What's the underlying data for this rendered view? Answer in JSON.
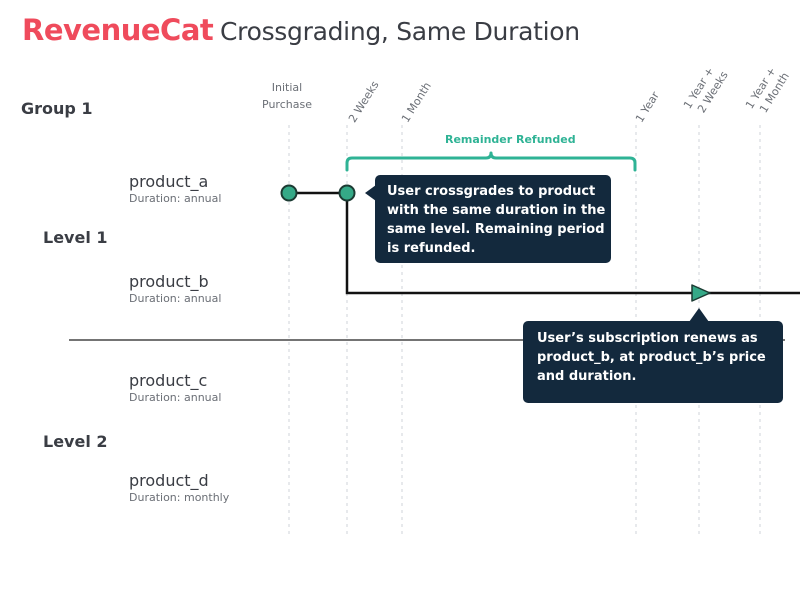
{
  "header": {
    "logo_text": "RevenueCat",
    "title": "Crossgrading, Same Duration"
  },
  "group": {
    "label": "Group 1"
  },
  "levels": [
    {
      "label": "Level 1"
    },
    {
      "label": "Level 2"
    }
  ],
  "products": [
    {
      "name": "product_a",
      "duration": "Duration: annual"
    },
    {
      "name": "product_b",
      "duration": "Duration: annual"
    },
    {
      "name": "product_c",
      "duration": "Duration: annual"
    },
    {
      "name": "product_d",
      "duration": "Duration: monthly"
    }
  ],
  "timeline": {
    "initial_line1": "Initial",
    "initial_line2": "Purchase",
    "two_weeks": "2 Weeks",
    "one_month": "1 Month",
    "one_year": "1 Year",
    "one_year_two_weeks_line1": "1 Year +",
    "one_year_two_weeks_line2": "2 Weeks",
    "one_year_one_month_line1": "1 Year +",
    "one_year_one_month_line2": "1 Month"
  },
  "bracket": {
    "label": "Remainder Refunded"
  },
  "callouts": {
    "crossgrade": [
      "User crossgrades to product",
      "with the same duration in the",
      "same level. Remaining period",
      "is refunded."
    ],
    "renewal": [
      "User’s subscription renews as",
      "product_b, at product_b’s price",
      "and duration."
    ]
  },
  "colors": {
    "brand": "#ef4b5c",
    "accent": "#2fb395",
    "callout_bg": "#13293d",
    "marker_fill": "#35a987",
    "line": "#111111"
  }
}
